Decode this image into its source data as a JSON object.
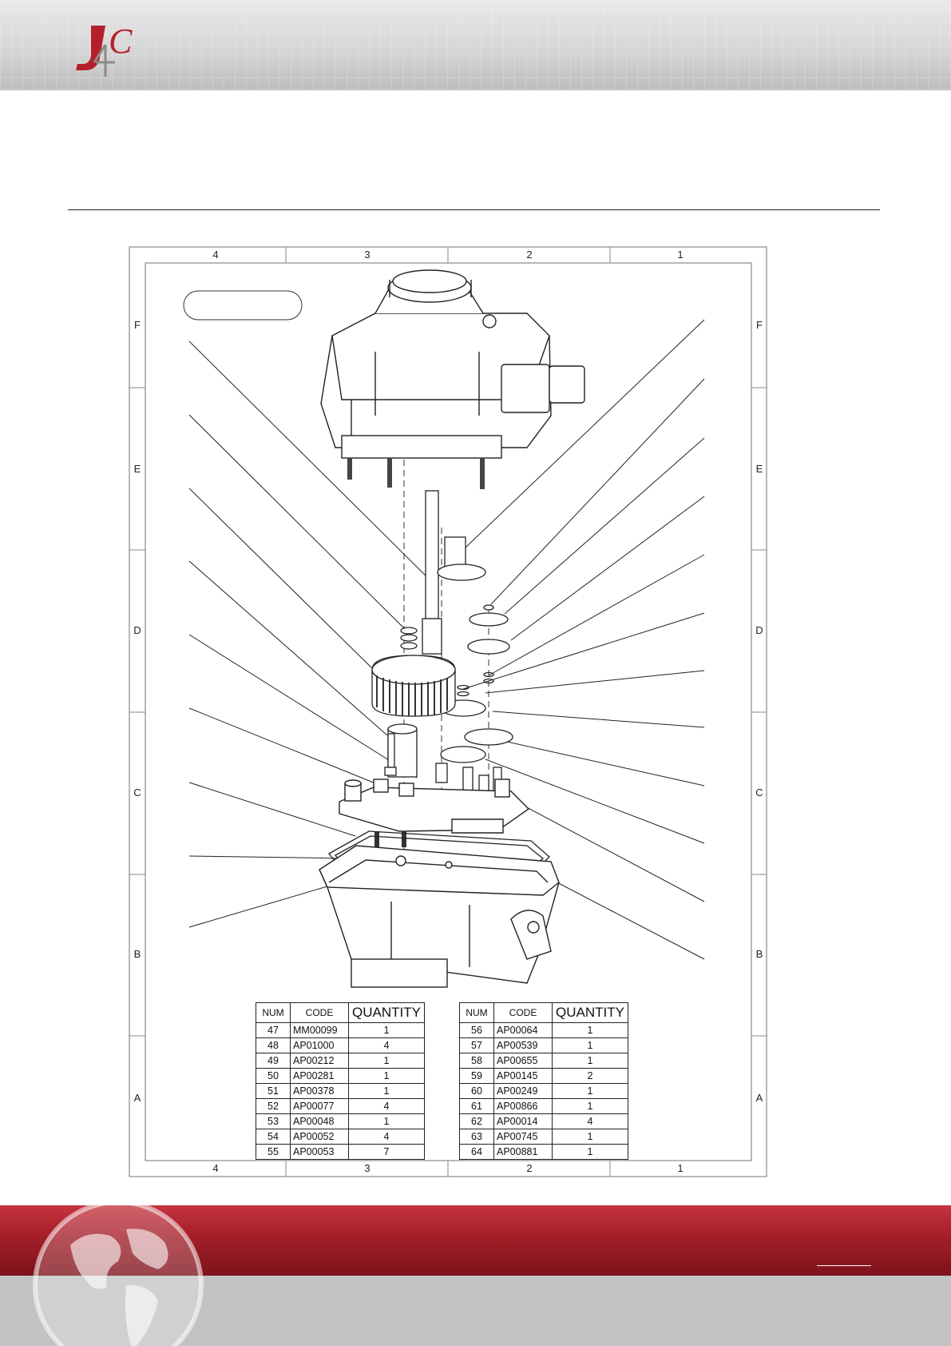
{
  "header": {
    "logo_text": "J4C",
    "logo_icon": "j4c-logo"
  },
  "drawing": {
    "zones_top": [
      "4",
      "3",
      "2",
      "1"
    ],
    "zones_bottom": [
      "4",
      "3",
      "2",
      "1"
    ],
    "zones_left": [
      "F",
      "E",
      "D",
      "C",
      "B",
      "A"
    ],
    "zones_right": [
      "F",
      "E",
      "D",
      "C",
      "B",
      "A"
    ],
    "title_box": ""
  },
  "tables": {
    "headers": {
      "num": "NUM",
      "code": "CODE",
      "quantity": "QUANTITY"
    },
    "left": [
      {
        "num": "47",
        "code": "MM00099",
        "qty": "1"
      },
      {
        "num": "48",
        "code": "AP01000",
        "qty": "4"
      },
      {
        "num": "49",
        "code": "AP00212",
        "qty": "1"
      },
      {
        "num": "50",
        "code": "AP00281",
        "qty": "1"
      },
      {
        "num": "51",
        "code": "AP00378",
        "qty": "1"
      },
      {
        "num": "52",
        "code": "AP00077",
        "qty": "4"
      },
      {
        "num": "53",
        "code": "AP00048",
        "qty": "1"
      },
      {
        "num": "54",
        "code": "AP00052",
        "qty": "4"
      },
      {
        "num": "55",
        "code": "AP00053",
        "qty": "7"
      }
    ],
    "right": [
      {
        "num": "56",
        "code": "AP00064",
        "qty": "1"
      },
      {
        "num": "57",
        "code": "AP00539",
        "qty": "1"
      },
      {
        "num": "58",
        "code": "AP00655",
        "qty": "1"
      },
      {
        "num": "59",
        "code": "AP00145",
        "qty": "2"
      },
      {
        "num": "60",
        "code": "AP00249",
        "qty": "1"
      },
      {
        "num": "61",
        "code": "AP00866",
        "qty": "1"
      },
      {
        "num": "62",
        "code": "AP00014",
        "qty": "4"
      },
      {
        "num": "63",
        "code": "AP00745",
        "qty": "1"
      },
      {
        "num": "64",
        "code": "AP00881",
        "qty": "1"
      }
    ]
  },
  "footer": {
    "globe_icon": "world-globe-icon"
  },
  "colors": {
    "brand_red": "#b3202b",
    "header_gray": "#d0d0d0",
    "footer_gray": "#c3c3c3"
  }
}
